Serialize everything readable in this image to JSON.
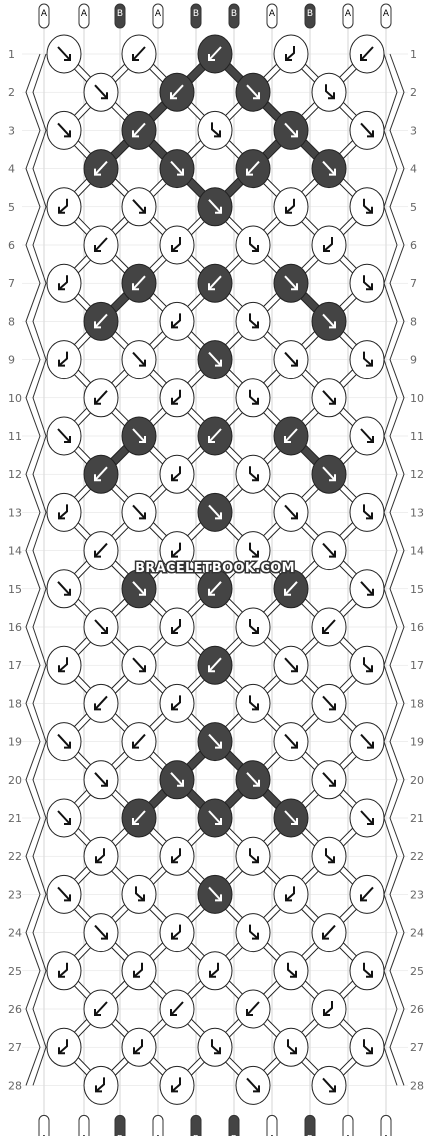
{
  "colors": {
    "A": "#ffffff",
    "B": "#444444",
    "outline": "#222222",
    "strand_stroke": "#333333"
  },
  "strands_top": [
    "A",
    "A",
    "B",
    "A",
    "B",
    "B",
    "A",
    "B",
    "A",
    "A"
  ],
  "strands_bottom": [
    "A",
    "A",
    "B",
    "A",
    "B",
    "B",
    "A",
    "B",
    "A",
    "A"
  ],
  "watermark": "BRACELETBOOK.COM",
  "row_numbers": [
    "1",
    "2",
    "3",
    "4",
    "5",
    "6",
    "7",
    "8",
    "9",
    "10",
    "11",
    "12",
    "13",
    "14",
    "15",
    "16",
    "17",
    "18",
    "19",
    "20",
    "21",
    "22",
    "23",
    "24",
    "25",
    "26",
    "27",
    "28"
  ],
  "knots": [
    [
      [
        "A",
        "fw"
      ],
      [
        "A",
        "bw"
      ],
      [
        "B",
        "bw"
      ],
      [
        "A",
        "fb"
      ],
      [
        "A",
        "bw"
      ]
    ],
    [
      [
        "A",
        "fw"
      ],
      [
        "B",
        "bw"
      ],
      [
        "B",
        "fw"
      ],
      [
        "A",
        "bf"
      ]
    ],
    [
      [
        "A",
        "fw"
      ],
      [
        "B",
        "bw"
      ],
      [
        "A",
        "bf"
      ],
      [
        "B",
        "fw"
      ],
      [
        "A",
        "fw"
      ]
    ],
    [
      [
        "B",
        "bw"
      ],
      [
        "B",
        "fw"
      ],
      [
        "B",
        "bw"
      ],
      [
        "B",
        "fw"
      ]
    ],
    [
      [
        "A",
        "fb"
      ],
      [
        "A",
        "fw"
      ],
      [
        "B",
        "fw"
      ],
      [
        "A",
        "fb"
      ],
      [
        "A",
        "bf"
      ]
    ],
    [
      [
        "A",
        "bw"
      ],
      [
        "A",
        "fb"
      ],
      [
        "A",
        "bf"
      ],
      [
        "A",
        "fb"
      ]
    ],
    [
      [
        "A",
        "fb"
      ],
      [
        "B",
        "bw"
      ],
      [
        "B",
        "bw"
      ],
      [
        "B",
        "fw"
      ],
      [
        "A",
        "bf"
      ]
    ],
    [
      [
        "B",
        "bw"
      ],
      [
        "A",
        "fb"
      ],
      [
        "A",
        "bf"
      ],
      [
        "B",
        "fw"
      ]
    ],
    [
      [
        "A",
        "fb"
      ],
      [
        "A",
        "fw"
      ],
      [
        "B",
        "fw"
      ],
      [
        "A",
        "fw"
      ],
      [
        "A",
        "bf"
      ]
    ],
    [
      [
        "A",
        "bw"
      ],
      [
        "A",
        "fb"
      ],
      [
        "A",
        "bf"
      ],
      [
        "A",
        "fw"
      ]
    ],
    [
      [
        "A",
        "fw"
      ],
      [
        "B",
        "fw"
      ],
      [
        "B",
        "bw"
      ],
      [
        "B",
        "bw"
      ],
      [
        "A",
        "fw"
      ]
    ],
    [
      [
        "B",
        "bw"
      ],
      [
        "A",
        "fb"
      ],
      [
        "A",
        "bf"
      ],
      [
        "B",
        "fw"
      ]
    ],
    [
      [
        "A",
        "fb"
      ],
      [
        "A",
        "fw"
      ],
      [
        "B",
        "fw"
      ],
      [
        "A",
        "fw"
      ],
      [
        "A",
        "bf"
      ]
    ],
    [
      [
        "A",
        "bw"
      ],
      [
        "A",
        "fb"
      ],
      [
        "A",
        "bf"
      ],
      [
        "A",
        "fw"
      ]
    ],
    [
      [
        "A",
        "fw"
      ],
      [
        "B",
        "fw"
      ],
      [
        "B",
        "bw"
      ],
      [
        "B",
        "bw"
      ],
      [
        "A",
        "fw"
      ]
    ],
    [
      [
        "A",
        "fw"
      ],
      [
        "A",
        "fb"
      ],
      [
        "A",
        "bf"
      ],
      [
        "A",
        "bw"
      ]
    ],
    [
      [
        "A",
        "fb"
      ],
      [
        "A",
        "fw"
      ],
      [
        "B",
        "bw"
      ],
      [
        "A",
        "fw"
      ],
      [
        "A",
        "bf"
      ]
    ],
    [
      [
        "A",
        "bw"
      ],
      [
        "A",
        "fb"
      ],
      [
        "A",
        "bf"
      ],
      [
        "A",
        "fw"
      ]
    ],
    [
      [
        "A",
        "fw"
      ],
      [
        "A",
        "bw"
      ],
      [
        "B",
        "fw"
      ],
      [
        "A",
        "fw"
      ],
      [
        "A",
        "fw"
      ]
    ],
    [
      [
        "A",
        "fw"
      ],
      [
        "B",
        "fw"
      ],
      [
        "B",
        "fw"
      ],
      [
        "A",
        "fw"
      ]
    ],
    [
      [
        "A",
        "fw"
      ],
      [
        "B",
        "bw"
      ],
      [
        "B",
        "fw"
      ],
      [
        "B",
        "fw"
      ],
      [
        "A",
        "fw"
      ]
    ],
    [
      [
        "A",
        "fb"
      ],
      [
        "A",
        "fb"
      ],
      [
        "A",
        "bf"
      ],
      [
        "A",
        "bf"
      ]
    ],
    [
      [
        "A",
        "fw"
      ],
      [
        "A",
        "bf"
      ],
      [
        "B",
        "fw"
      ],
      [
        "A",
        "fb"
      ],
      [
        "A",
        "bw"
      ]
    ],
    [
      [
        "A",
        "fw"
      ],
      [
        "A",
        "fb"
      ],
      [
        "A",
        "bf"
      ],
      [
        "A",
        "bw"
      ]
    ],
    [
      [
        "A",
        "fb"
      ],
      [
        "A",
        "fb"
      ],
      [
        "A",
        "fb"
      ],
      [
        "A",
        "bf"
      ],
      [
        "A",
        "bf"
      ]
    ],
    [
      [
        "A",
        "bw"
      ],
      [
        "A",
        "bw"
      ],
      [
        "A",
        "bw"
      ],
      [
        "A",
        "fb"
      ]
    ],
    [
      [
        "A",
        "fb"
      ],
      [
        "A",
        "fb"
      ],
      [
        "A",
        "bf"
      ],
      [
        "A",
        "bf"
      ],
      [
        "A",
        "bf"
      ]
    ],
    [
      [
        "A",
        "fb"
      ],
      [
        "A",
        "fb"
      ],
      [
        "A",
        "fw"
      ],
      [
        "A",
        "fw"
      ]
    ]
  ]
}
